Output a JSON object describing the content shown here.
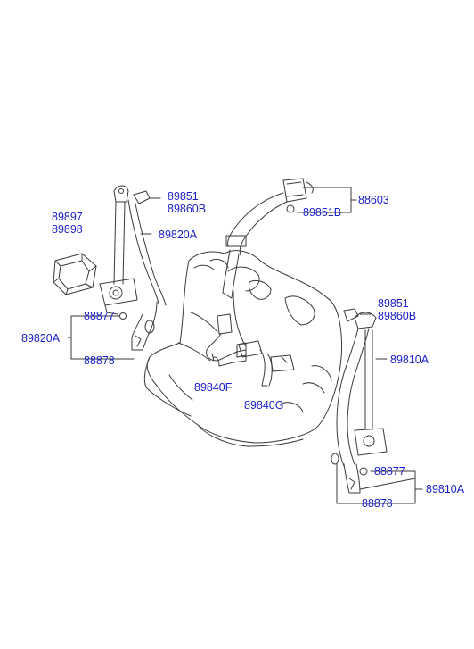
{
  "colors": {
    "callout_text": "#1a22c8",
    "line_art": "#3a3a3a",
    "background": "#ffffff"
  },
  "callouts": {
    "c89897": "89897",
    "c89898": "89898",
    "c89851_l": "89851",
    "c89860b_l": "89860B",
    "c89820a_top": "89820A",
    "c88877_l": "88877",
    "c89820a_l": "89820A",
    "c88878_l": "88878",
    "c88603": "88603",
    "c89851b": "89851B",
    "c89840f": "89840F",
    "c89840g": "89840G",
    "c89851_r": "89851",
    "c89860b_r": "89860B",
    "c89810a_top": "89810A",
    "c88877_r": "88877",
    "c89810a_r": "89810A",
    "c88878_r": "88878"
  }
}
